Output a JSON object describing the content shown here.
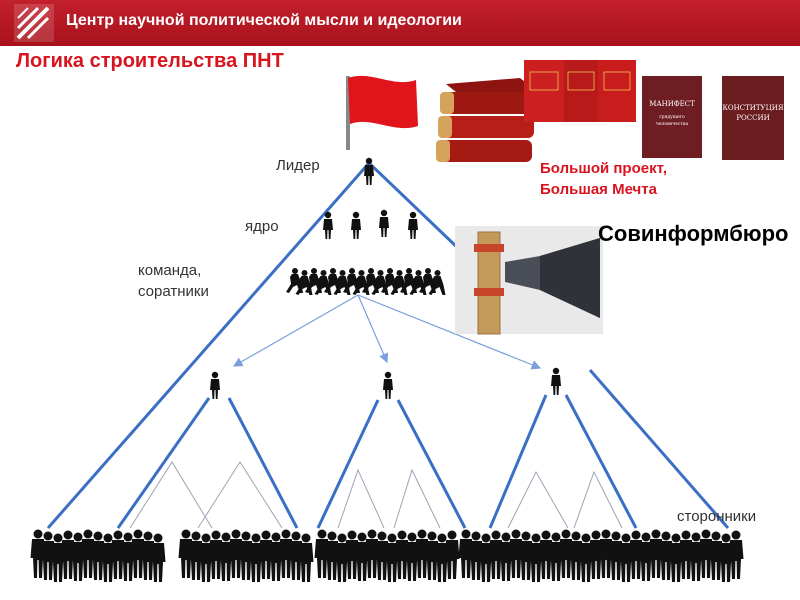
{
  "header": {
    "title": "Центр научной политической мысли и идеологии"
  },
  "slide": {
    "title": "Логика строительства ПНТ"
  },
  "labels": {
    "leader": "Лидер",
    "core": "ядро",
    "team": "команда, соратники",
    "supporters": "сторонники",
    "big_project": "Большой проект, Большая Мечта",
    "sovinformbureau": "Совинформбюро"
  },
  "books": {
    "manifesto_title": "МАНИФЕСТ",
    "manifesto_sub": "грядущего человечества",
    "constitution_title": "КОНСТИТУЦИЯ РОССИИ"
  },
  "colors": {
    "brand_red": "#c3202c",
    "title_red": "#d8141e",
    "line_blue": "#3b6fc4",
    "arrow_blue": "#7a9fdc"
  },
  "icons": [
    "red-flag-icon",
    "stacked-books-icon",
    "red-booklets-icon",
    "loudspeaker-icon",
    "person-icon",
    "crowd-icon"
  ]
}
